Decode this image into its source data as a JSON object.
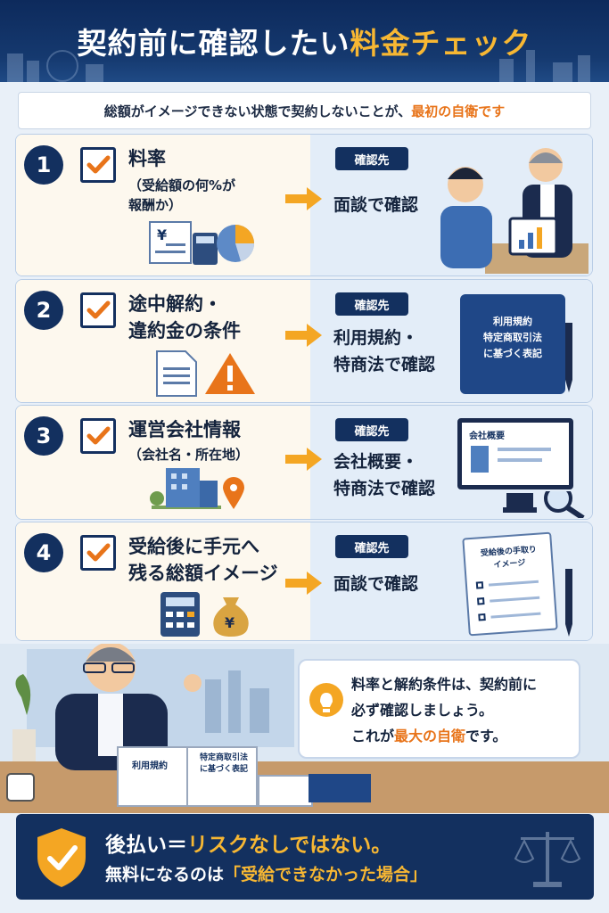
{
  "header": {
    "title_main": "契約前に確認したい",
    "title_highlight": "料金チェック"
  },
  "intro": {
    "text": "総額がイメージできない状態で契約しないことが、",
    "highlight": "最初の自衛です"
  },
  "items": [
    {
      "number": "1",
      "title_lines": [
        "料率"
      ],
      "sub_lines": [
        "（受給額の何%が",
        "報酬か）"
      ],
      "badge": "確認先",
      "dest_lines": [
        "面談で確認"
      ]
    },
    {
      "number": "2",
      "title_lines": [
        "途中解約・",
        "違約金の条件"
      ],
      "sub_lines": [],
      "badge": "確認先",
      "dest_lines": [
        "利用規約・",
        "特商法で確認"
      ],
      "book_text": [
        "利用規約",
        "特定商取引法",
        "に基づく表記"
      ]
    },
    {
      "number": "3",
      "title_lines": [
        "運営会社情報"
      ],
      "sub_lines": [
        "（会社名・所在地）"
      ],
      "badge": "確認先",
      "dest_lines": [
        "会社概要・",
        "特商法で確認"
      ],
      "screen_text": "会社概要"
    },
    {
      "number": "4",
      "title_lines": [
        "受給後に手元へ",
        "残る総額イメージ"
      ],
      "sub_lines": [],
      "badge": "確認先",
      "dest_lines": [
        "面談で確認"
      ],
      "memo_text": [
        "受給後の手取り",
        "イメージ"
      ]
    }
  ],
  "desk_docs": {
    "left": "利用規約",
    "right": [
      "特定商取引法",
      "に基づく表記"
    ]
  },
  "bubble": {
    "line1": "料率と解約条件は、契約前に",
    "line2": "必ず確認しましょう。",
    "line3_pre": "これが",
    "line3_highlight": "最大の自衛",
    "line3_post": "です。"
  },
  "bottom": {
    "l1_pre": "後払い＝",
    "l1_highlight": "リスクなしではない。",
    "l2_pre": "無料になるのは",
    "l2_highlight": "「受給できなかった場合」"
  },
  "colors": {
    "navy": "#13305f",
    "orange": "#e8741a",
    "gold": "#f7b733"
  }
}
